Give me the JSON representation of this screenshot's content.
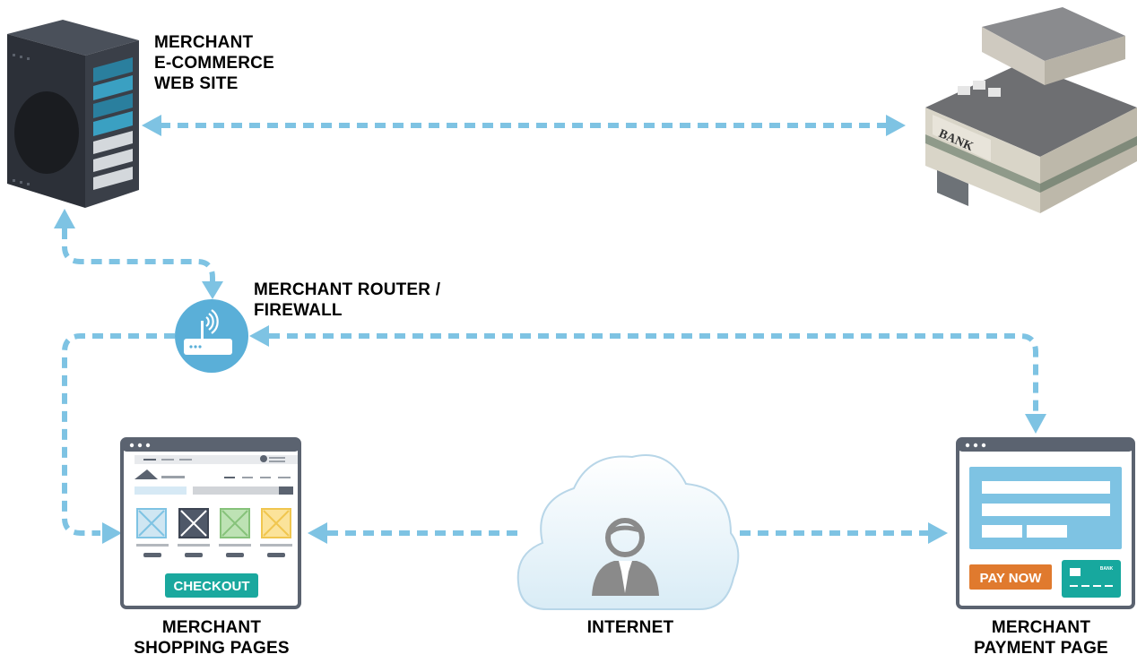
{
  "labels": {
    "web_site": [
      "MERCHANT",
      "E-COMMERCE",
      "WEB SITE"
    ],
    "router": [
      "MERCHANT ROUTER /",
      "FIREWALL"
    ],
    "shopping": [
      "MERCHANT",
      "SHOPPING PAGES"
    ],
    "internet": "INTERNET",
    "payment": [
      "MERCHANT",
      "PAYMENT PAGE"
    ]
  },
  "building_sign": "BANK",
  "buttons": {
    "checkout": "CHECKOUT",
    "pay_now": "PAY NOW"
  },
  "card_text": "BANK",
  "colors": {
    "connector": "#7ec3e3",
    "router_circle": "#5aafd8",
    "checkout": "#1aa89e",
    "pay_now": "#e07a2e",
    "card": "#17a89e",
    "payment_form": "#7ec3e3",
    "browser_frame": "#5b6370"
  },
  "icons": [
    "server-icon",
    "bank-building-icon",
    "router-icon",
    "cloud-user-icon",
    "browser-window-icon",
    "credit-card-icon"
  ]
}
